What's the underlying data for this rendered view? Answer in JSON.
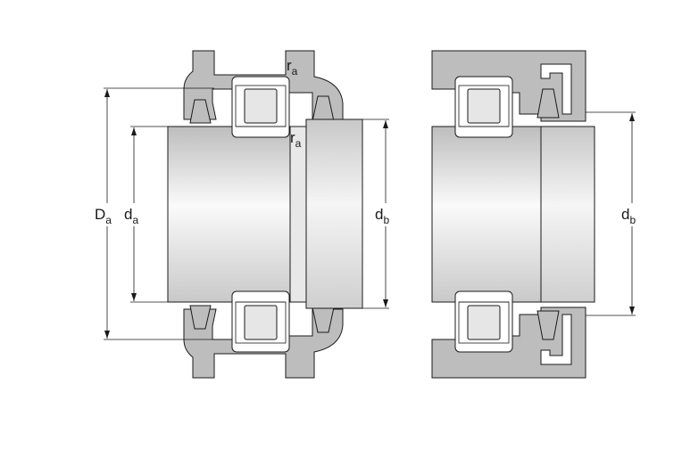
{
  "labels": {
    "Da": {
      "main": "D",
      "sub": "a"
    },
    "da": {
      "main": "d",
      "sub": "a"
    },
    "db_left": {
      "main": "d",
      "sub": "b"
    },
    "db_right": {
      "main": "d",
      "sub": "b"
    },
    "ra_top": {
      "main": "r",
      "sub": "a"
    },
    "ra_mid": {
      "main": "r",
      "sub": "a"
    }
  },
  "colors": {
    "housing": "#bdbdbd",
    "outline": "#1a1a1a",
    "bearing_ring": "#ffffff",
    "roller": "#e6e6e6",
    "shaft_light": "#f7f7f7",
    "shaft_dark": "#c4c4c4"
  }
}
